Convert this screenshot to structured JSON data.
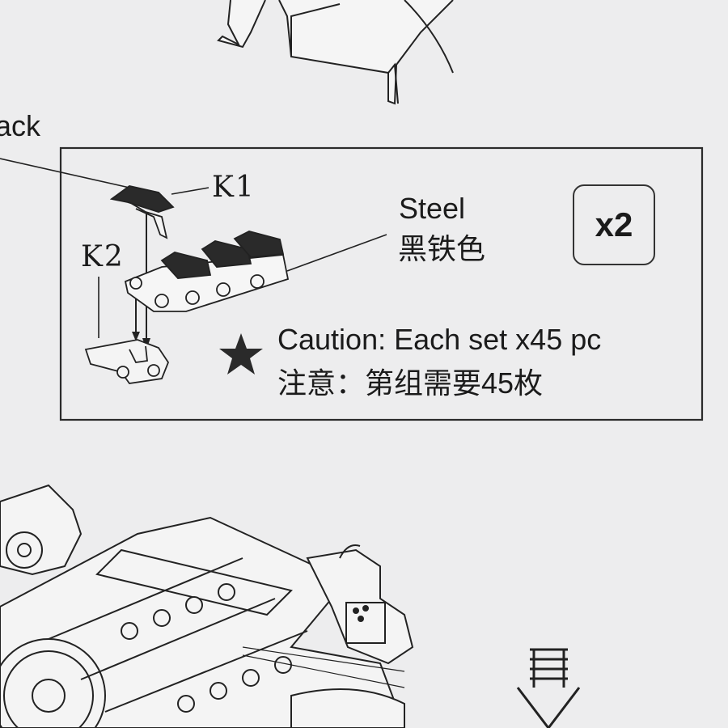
{
  "parts": {
    "k1": "K1",
    "k2": "K2"
  },
  "labels": {
    "track": "ack",
    "material_en": "Steel",
    "material_cn": "黑铁色"
  },
  "quantity": "x2",
  "caution": {
    "en": "Caution: Each set x45 pc",
    "cn": "注意：第组需要45枚"
  },
  "icons": [
    "star-icon",
    "down-arrow-icon"
  ],
  "colors": {
    "paper": "#ededee",
    "ink": "#1b1b1b",
    "part_dark": "#2a2a2a"
  }
}
